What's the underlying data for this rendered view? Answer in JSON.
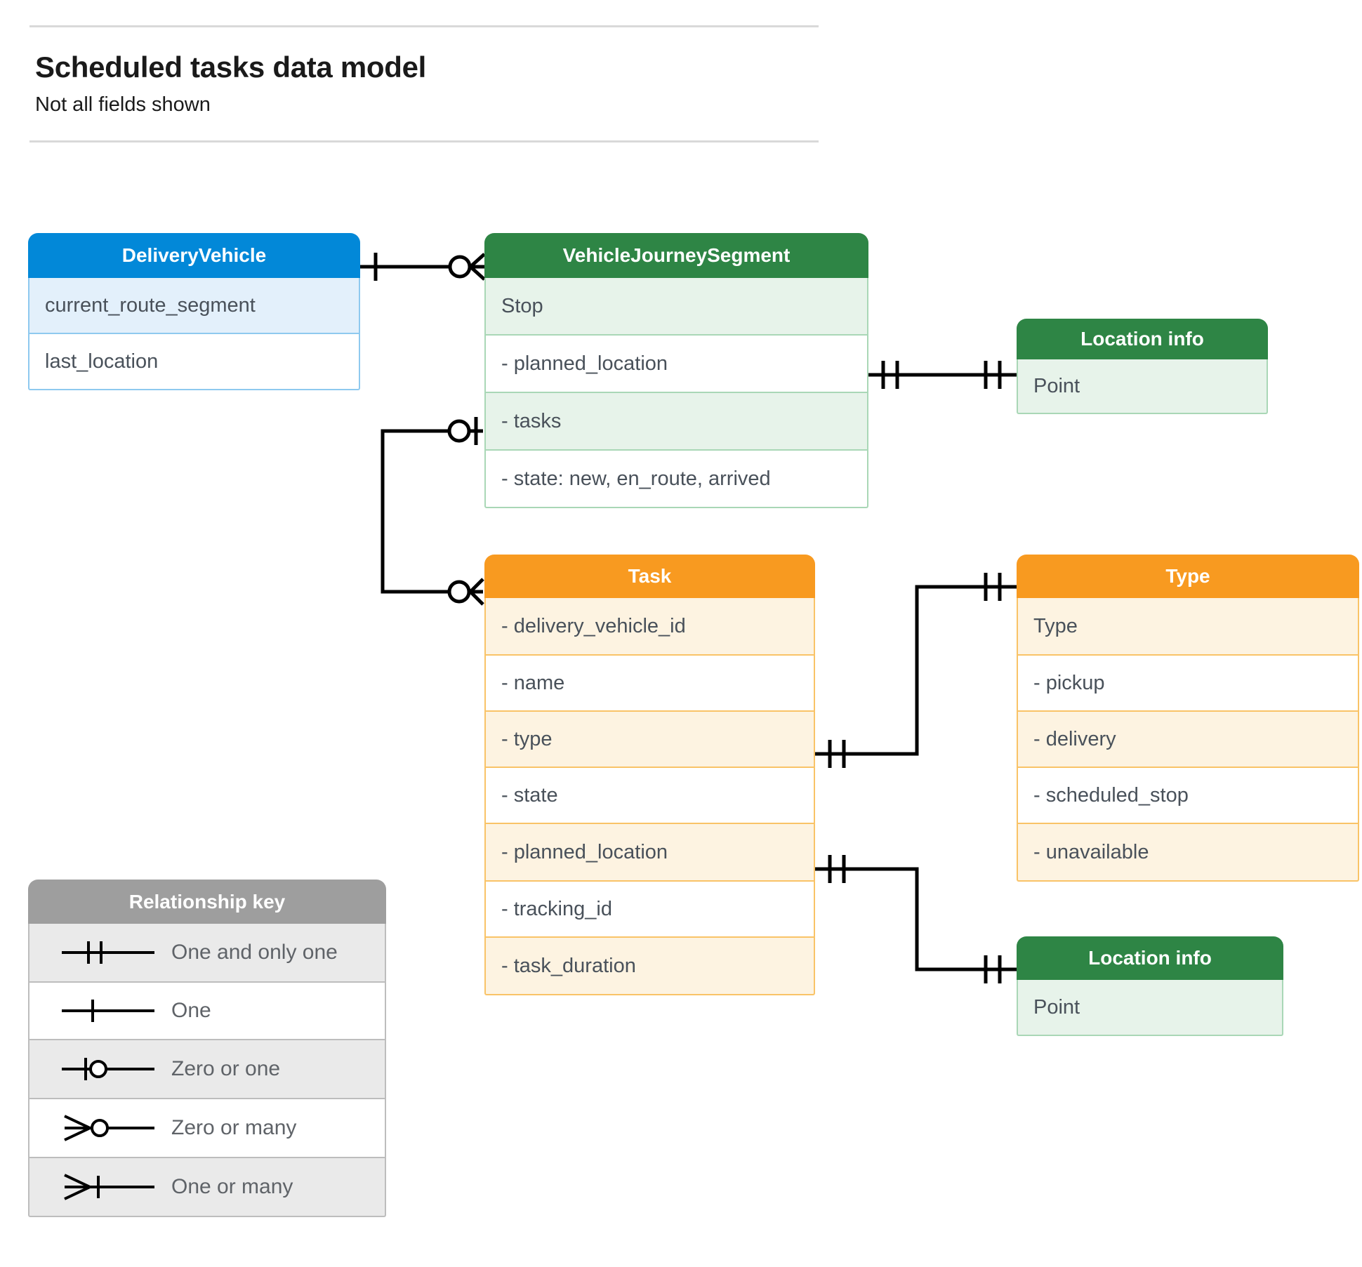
{
  "header": {
    "title": "Scheduled tasks data model",
    "subtitle": "Not all fields shown"
  },
  "colors": {
    "blue_header": "#0288d8",
    "blue_row_alt": "#e3f0fb",
    "blue_border": "#8ec9ef",
    "green_header": "#2e8545",
    "green_row_alt": "#e7f3ea",
    "green_border": "#a9d7b6",
    "orange_header": "#f89a20",
    "orange_row_alt": "#fdf3e1",
    "orange_border": "#f9c367",
    "grey_header": "#9e9e9e",
    "grey_row_alt": "#eaeaea",
    "line": "#000000",
    "text": "#49515a",
    "rule": "#d9d9d9"
  },
  "entities": {
    "delivery_vehicle": {
      "title": "DeliveryVehicle",
      "rows": [
        "current_route_segment",
        "last_location"
      ]
    },
    "vehicle_journey_segment": {
      "title": "VehicleJourneySegment",
      "rows": [
        "Stop",
        "-  planned_location",
        "- tasks",
        "- state: new, en_route, arrived"
      ]
    },
    "location_info_top": {
      "title": "Location info",
      "rows": [
        "Point"
      ]
    },
    "task": {
      "title": "Task",
      "rows": [
        "- delivery_vehicle_id",
        "- name",
        "- type",
        "- state",
        "- planned_location",
        "- tracking_id",
        "- task_duration"
      ]
    },
    "type": {
      "title": "Type",
      "rows": [
        "Type",
        "-   pickup",
        "-   delivery",
        "-   scheduled_stop",
        "-   unavailable"
      ]
    },
    "location_info_bottom": {
      "title": "Location info",
      "rows": [
        "Point"
      ]
    }
  },
  "legend": {
    "title": "Relationship key",
    "items": [
      {
        "symbol": "one-and-only-one",
        "label": "One and only one"
      },
      {
        "symbol": "one",
        "label": "One"
      },
      {
        "symbol": "zero-or-one",
        "label": "Zero or one"
      },
      {
        "symbol": "zero-or-many",
        "label": "Zero or many"
      },
      {
        "symbol": "one-or-many",
        "label": "One or many"
      }
    ]
  },
  "relationships": [
    {
      "from": "DeliveryVehicle",
      "from_card": "one",
      "to": "VehicleJourneySegment",
      "to_card": "zero-or-many"
    },
    {
      "from": "VehicleJourneySegment.planned_location",
      "from_card": "one-and-only-one",
      "to": "Location info",
      "to_card": "one-and-only-one"
    },
    {
      "from": "VehicleJourneySegment.tasks",
      "from_card": "zero-or-one",
      "to": "Task",
      "to_card": "zero-or-many"
    },
    {
      "from": "Task.type",
      "from_card": "one-and-only-one",
      "to": "Type",
      "to_card": "one-and-only-one"
    },
    {
      "from": "Task.planned_location",
      "from_card": "one-and-only-one",
      "to": "Location info",
      "to_card": "one-and-only-one"
    }
  ]
}
